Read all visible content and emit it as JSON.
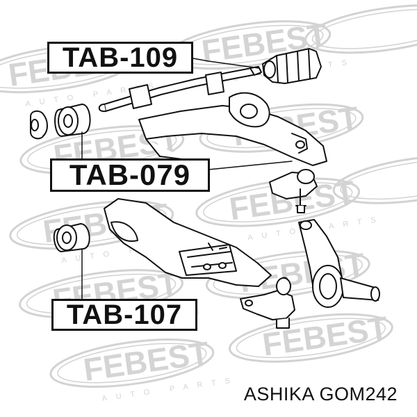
{
  "callouts": [
    {
      "label": "TAB-109"
    },
    {
      "label": "TAB-079"
    },
    {
      "label": "TAB-107"
    }
  ],
  "caption": "ASHIKA GOM242",
  "watermark": {
    "brand": "FEBEST",
    "tagline": "AUTO PARTS"
  },
  "colors": {
    "line": "#111111",
    "watermark": "#d4d4d4",
    "background": "#ffffff"
  }
}
